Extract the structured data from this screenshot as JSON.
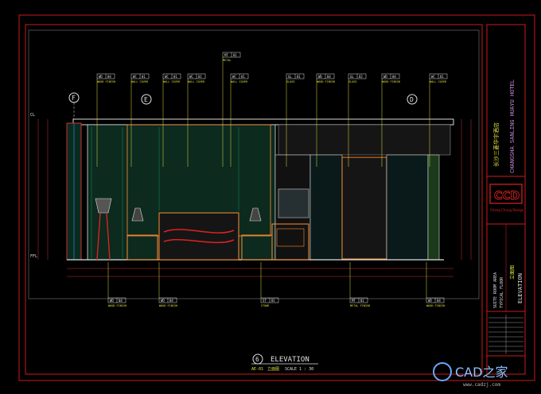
{
  "drawing": {
    "title_block": {
      "project_en_1": "CHANGSHA SANLING HUAYU HOTEL",
      "project_cn": "长沙三菱华宇酒店",
      "firm_logo": "CCD",
      "firm_name": "Cheng Chung Design",
      "area_en": "SUITE ROOM AREA",
      "area_en_2": "TYPICAL FLOOR",
      "sheet_cn": "立面图",
      "sheet_en": "ELEVATION",
      "sheet_vertical": "ELEVATION"
    },
    "caption": {
      "number": "6",
      "title": "ELEVATION",
      "ref": "AE-01",
      "scale_cn": "立面图",
      "scale": "SCALE 1 : 30"
    },
    "grid_bubbles": [
      "F",
      "E",
      "D"
    ],
    "top_callouts": [
      {
        "code": "WD",
        "num": "04",
        "cn": "WOOD FINISH"
      },
      {
        "code": "WC",
        "num": "01",
        "cn": "WALL COVER"
      },
      {
        "code": "WC",
        "num": "01",
        "cn": "WALL COVER"
      },
      {
        "code": "WC",
        "num": "01",
        "cn": "WALL COVER"
      },
      {
        "code": "MT",
        "num": "01",
        "cn": "METAL"
      },
      {
        "code": "WC",
        "num": "01",
        "cn": "WALL COVER"
      },
      {
        "code": "GL",
        "num": "01",
        "cn": "GLASS"
      },
      {
        "code": "WD",
        "num": "04",
        "cn": "WOOD FINISH"
      },
      {
        "code": "GL",
        "num": "02",
        "cn": "GLASS"
      },
      {
        "code": "WD",
        "num": "04",
        "cn": "WOOD FINISH"
      },
      {
        "code": "WC",
        "num": "01",
        "cn": "WALL COVER"
      }
    ],
    "bottom_callouts": [
      {
        "code": "WD",
        "num": "04",
        "cn": "WOOD FINISH"
      },
      {
        "code": "WD",
        "num": "04",
        "cn": "WOOD FINISH"
      },
      {
        "code": "ST",
        "num": "01",
        "cn": "STONE"
      },
      {
        "code": "MT",
        "num": "01",
        "cn": "METAL FINISH"
      },
      {
        "code": "WD",
        "num": "04",
        "cn": "WOOD FINISH"
      }
    ],
    "level_labels": [
      "CL",
      "FFL"
    ],
    "watermark_cn": "CAD之家",
    "watermark_url": "www.cadzj.com"
  }
}
